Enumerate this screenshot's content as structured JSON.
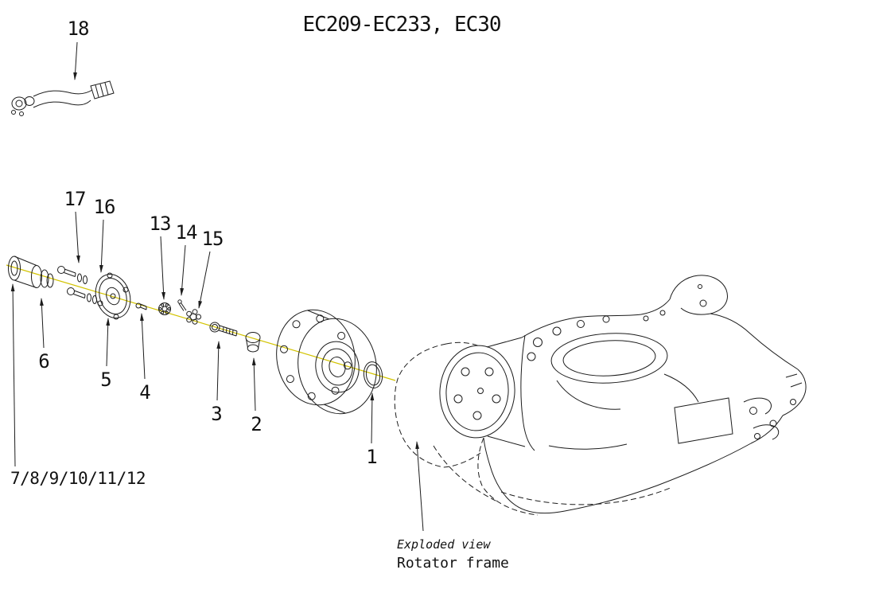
{
  "title": "EC209-EC233, EC30",
  "parts": {
    "p1": "1",
    "p2": "2",
    "p3": "3",
    "p4": "4",
    "p5": "5",
    "p6": "6",
    "p13": "13",
    "p14": "14",
    "p15": "15",
    "p16": "16",
    "p17": "17",
    "p18": "18",
    "group": "7/8/9/10/11/12"
  },
  "caption": {
    "style": "Exploded view",
    "name": "Rotator frame"
  },
  "colors": {
    "line": "#1c1c1c",
    "centerline": "#d2c300",
    "background": "#ffffff"
  }
}
